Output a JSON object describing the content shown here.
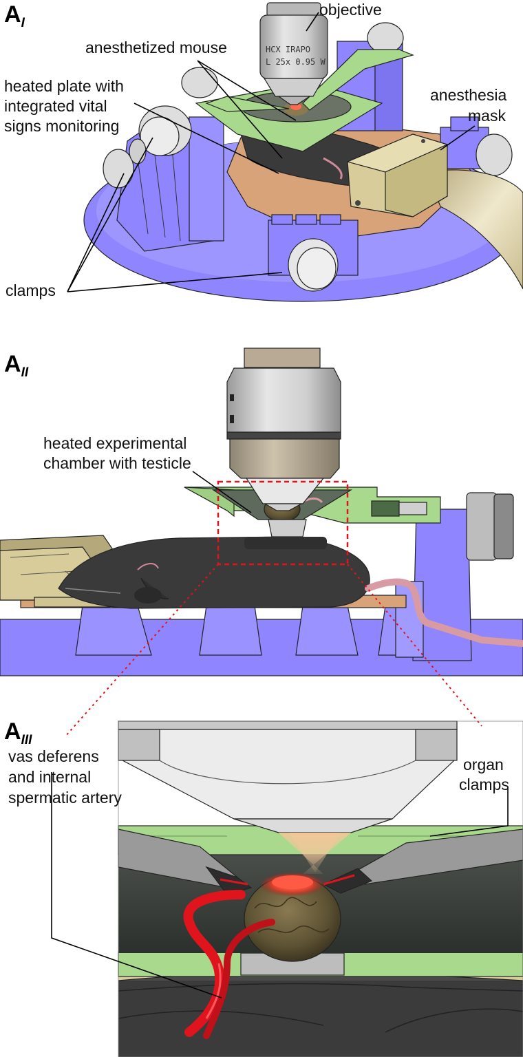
{
  "panels": {
    "a1": {
      "letter": "A",
      "sub": "I"
    },
    "a2": {
      "letter": "A",
      "sub": "II"
    },
    "a3": {
      "letter": "A",
      "sub": "III"
    }
  },
  "labels": {
    "objective": "objective",
    "anesthetized_mouse": "anesthetized mouse",
    "heated_plate_line1": "heated plate with",
    "heated_plate_line2": "integrated vital",
    "heated_plate_line3": "signs monitoring",
    "anesthesia_line1": "anesthesia",
    "anesthesia_line2": "mask",
    "clamps": "clamps",
    "chamber_line1": "heated experimental",
    "chamber_line2": "chamber with testicle",
    "vas_line1": "vas deferens",
    "vas_line2": "and internal",
    "vas_line3": "spermatic artery",
    "organ_line1": "organ",
    "organ_line2": "clamps"
  },
  "objective_markings": {
    "line1": "HCX IRAPO",
    "line2": "L 25x 0.95 W"
  },
  "colors": {
    "stage_purple": "#8f86ff",
    "plate_tan": "#d9a37a",
    "chamber_green": "#a9d98c",
    "mask_khaki": "#d8cc9a",
    "objective_gray": "#c8c8c8",
    "mouse_dark": "#3a3a3a",
    "vessel_red": "#e0141c",
    "highlight_box": "#e0141c"
  }
}
